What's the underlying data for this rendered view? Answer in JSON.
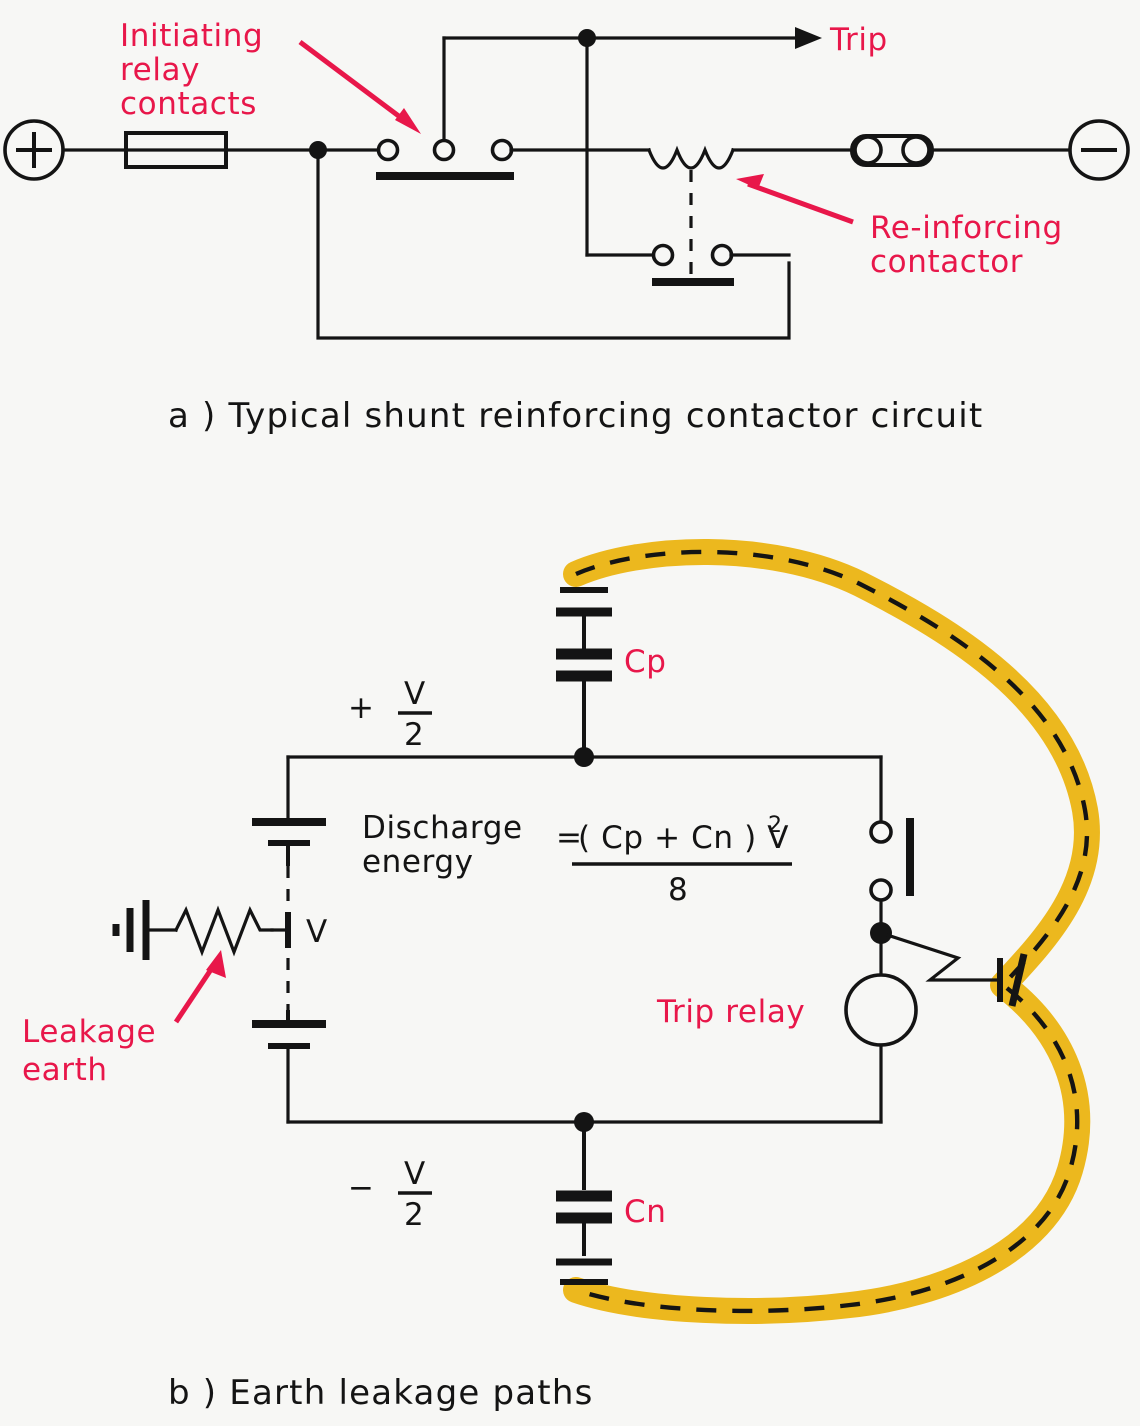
{
  "figure": {
    "title": "Shunt reinforcing contactor and earth leakage path diagrams"
  },
  "panel_a": {
    "caption": "a ) Typical shunt reinforcing contactor circuit",
    "labels": {
      "initiating_relay_contacts": "Initiating\nrelay\ncontacts",
      "initiating_line1": "Initiating",
      "initiating_line2": "relay",
      "initiating_line3": "contacts",
      "trip": "Trip",
      "reinforcing_line1": "Re-inforcing",
      "reinforcing_line2": "contactor"
    },
    "components": {
      "positive_terminal": "+",
      "negative_terminal": "−",
      "fuse_left": "fuse",
      "fuse_right": "fuse",
      "coil": "reinforcing-contactor-coil",
      "contact_upper": "initiating-relay-contact",
      "contact_lower": "reinforcing-contactor-auxiliary-contact"
    }
  },
  "panel_b": {
    "caption": "b ) Earth leakage paths",
    "labels": {
      "cp": "Cp",
      "cn": "Cn",
      "plus_half_v_sign": "+",
      "minus_half_v_sign": "−",
      "v_numerator": "V",
      "v_denominator": "2",
      "v_across": "V",
      "trip_relay": "Trip relay",
      "leakage_line1": "Leakage",
      "leakage_line2": "earth"
    },
    "formula": {
      "lhs_line1": "Discharge",
      "lhs_line2": "energy",
      "equals": "=",
      "numerator": "( Cp + Cn ) V",
      "numerator_exponent": "2",
      "denominator": "8",
      "full_text": "Discharge energy = (Cp+Cn)V² / 8"
    },
    "components": {
      "battery_upper": "battery-positive-half",
      "battery_lower": "battery-negative-half",
      "leakage_resistor": "leakage-resistance",
      "earth_symbol": "earth-ground",
      "trip_relay_coil": "trip-relay-coil",
      "contact_open": "open-contact",
      "spark_gap": "leakage-discharge-gap",
      "highlight": "earth-leakage-current-path"
    }
  },
  "colors": {
    "annotation_red": "#e8174a",
    "highlight_yellow": "#ecb81e",
    "line_black": "#141414",
    "background": "#f7f7f5"
  }
}
